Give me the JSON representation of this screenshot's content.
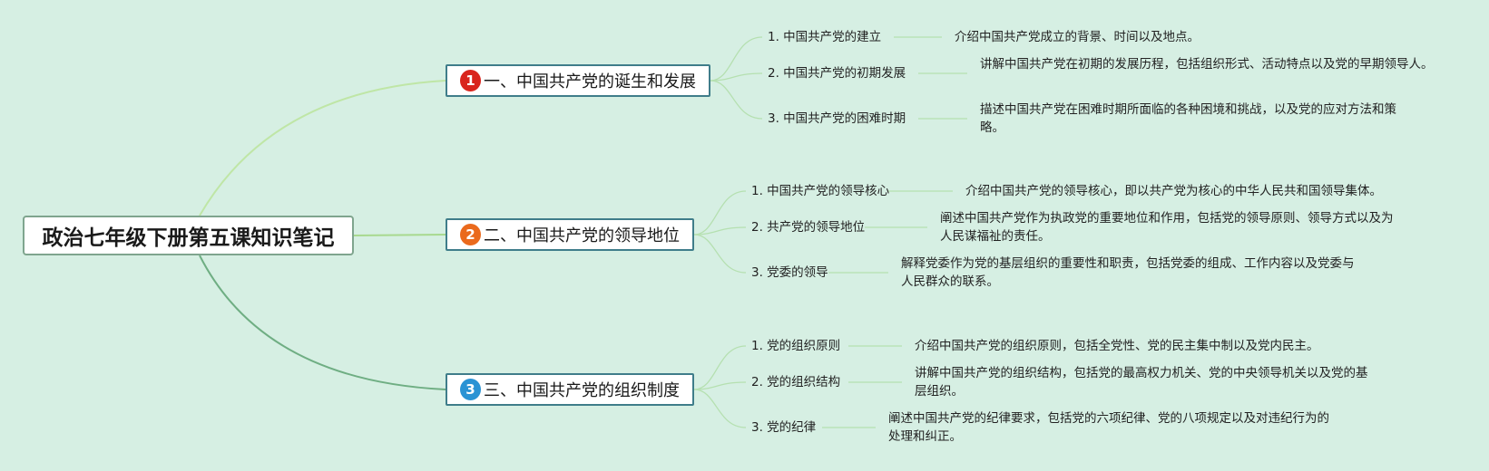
{
  "root": {
    "title": "政治七年级下册第五课知识笔记"
  },
  "branches": [
    {
      "badge": "1",
      "badge_color": "#d9251d",
      "title": "一、中国共产党的诞生和发展",
      "children": [
        {
          "label": "1. 中国共产党的建立",
          "desc": "介绍中国共产党成立的背景、时间以及地点。"
        },
        {
          "label": "2. 中国共产党的初期发展",
          "desc": "讲解中国共产党在初期的发展历程，包括组织形式、活动特点以及党的早期领导人。"
        },
        {
          "label": "3. 中国共产党的困难时期",
          "desc": "描述中国共产党在困难时期所面临的各种困境和挑战，以及党的应对方法和策略。"
        }
      ]
    },
    {
      "badge": "2",
      "badge_color": "#ea6a1d",
      "title": "二、中国共产党的领导地位",
      "children": [
        {
          "label": "1. 中国共产党的领导核心",
          "desc": "介绍中国共产党的领导核心，即以共产党为核心的中华人民共和国领导集体。"
        },
        {
          "label": "2. 共产党的领导地位",
          "desc": "阐述中国共产党作为执政党的重要地位和作用，包括党的领导原则、领导方式以及为人民谋福祉的责任。"
        },
        {
          "label": "3. 党委的领导",
          "desc": "解释党委作为党的基层组织的重要性和职责，包括党委的组成、工作内容以及党委与人民群众的联系。"
        }
      ]
    },
    {
      "badge": "3",
      "badge_color": "#2a93d4",
      "title": "三、中国共产党的组织制度",
      "children": [
        {
          "label": "1. 党的组织原则",
          "desc": "介绍中国共产党的组织原则，包括全党性、党的民主集中制以及党内民主。"
        },
        {
          "label": "2. 党的组织结构",
          "desc": "讲解中国共产党的组织结构，包括党的最高权力机关、党的中央领导机关以及党的基层组织。"
        },
        {
          "label": "3. 党的纪律",
          "desc": "阐述中国共产党的纪律要求，包括党的六项纪律、党的八项规定以及对违纪行为的处理和纠正。"
        }
      ]
    }
  ],
  "colors": {
    "background": "#d6efe3",
    "link_branch_1": "#bfe6a6",
    "link_branch_2": "#a8d98f",
    "link_branch_3": "#6fae83",
    "link_sub": "#b5e0b0"
  }
}
